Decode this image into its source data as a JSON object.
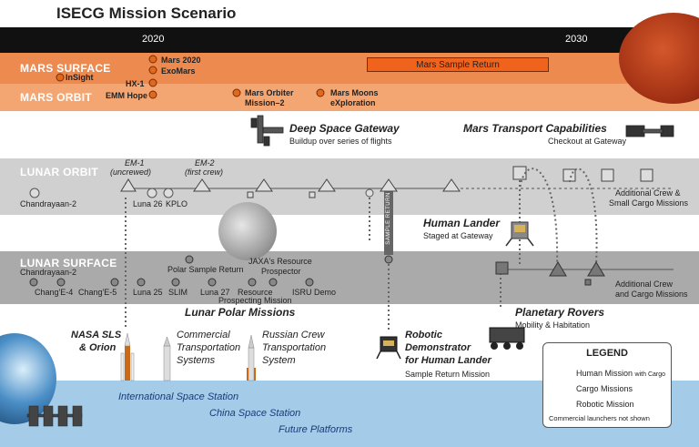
{
  "title": "ISECG Mission Scenario",
  "years": [
    "2020",
    "2030"
  ],
  "mars": {
    "surface_label": "MARS SURFACE",
    "orbit_label": "MARS ORBIT",
    "insight": "InSight",
    "mars2020": "Mars 2020",
    "exomars": "ExoMars",
    "hx1": "HX-1",
    "emm": "EMM Hope",
    "msr": "Mars Sample Return",
    "orbiter2_a": "Mars Orbiter",
    "orbiter2_b": "Mission–2",
    "moons_a": "Mars Moons",
    "moons_b": "eXploration"
  },
  "gateway": {
    "title": "Deep Space Gateway",
    "sub": "Buildup over series of flights"
  },
  "mtc": {
    "title": "Mars Transport Capabilities",
    "sub": "Checkout at Gateway"
  },
  "lunar_orbit": {
    "label": "LUNAR ORBIT",
    "chandrayaan2": "Chandrayaan-2",
    "em1_a": "EM-1",
    "em1_b": "(uncrewed)",
    "em2_a": "EM-2",
    "em2_b": "(first crew)",
    "luna26": "Luna 26",
    "kplo": "KPLO",
    "sample_return": "SAMPLE RETURN",
    "additional_a": "Additional Crew &",
    "additional_b": "Small Cargo Missions"
  },
  "human_lander": {
    "title": "Human Lander",
    "sub": "Staged at Gateway"
  },
  "lunar_surface": {
    "label": "LUNAR SURFACE",
    "chandrayaan2": "Chandrayaan-2",
    "change4": "Chang'E-4",
    "change5": "Chang'E-5",
    "luna25": "Luna 25",
    "slim": "SLIM",
    "luna27": "Luna 27",
    "polar_sr": "Polar Sample Return",
    "jaxa_a": "JAXA's Resource",
    "jaxa_b": "Prospector",
    "resource_a": "Resource",
    "resource_b": "Prospecting Mission",
    "isru": "ISRU Demo",
    "additional_a": "Additional Crew",
    "additional_b": "and Cargo Missions"
  },
  "lunar_polar": "Lunar Polar Missions",
  "rovers": {
    "title": "Planetary Rovers",
    "sub": "Mobility & Habitation"
  },
  "launchers": {
    "sls_a": "NASA SLS",
    "sls_b": "& Orion",
    "commercial_a": "Commercial",
    "commercial_b": "Transportation",
    "commercial_c": "Systems",
    "russian_a": "Russian Crew",
    "russian_b": "Transportation",
    "russian_c": "System"
  },
  "robotic_demo": {
    "a": "Robotic",
    "b": "Demonstrator",
    "c": "for Human Lander",
    "sub": "Sample Return Mission"
  },
  "leo": {
    "iss": "International Space Station",
    "css": "China Space Station",
    "future": "Future Platforms"
  },
  "legend": {
    "title": "LEGEND",
    "human": "Human Mission",
    "human_suffix": "with Cargo",
    "cargo": "Cargo Missions",
    "robotic": "Robotic Mission",
    "note": "Commercial launchers not shown"
  },
  "colors": {
    "mars_surface": "#ec8a4f",
    "mars_orbit": "#f2a46f",
    "lunar_orbit": "#cfcfcf",
    "lunar_surface": "#a9a9a9",
    "leo": "#9cc6e6",
    "header": "#111111"
  }
}
